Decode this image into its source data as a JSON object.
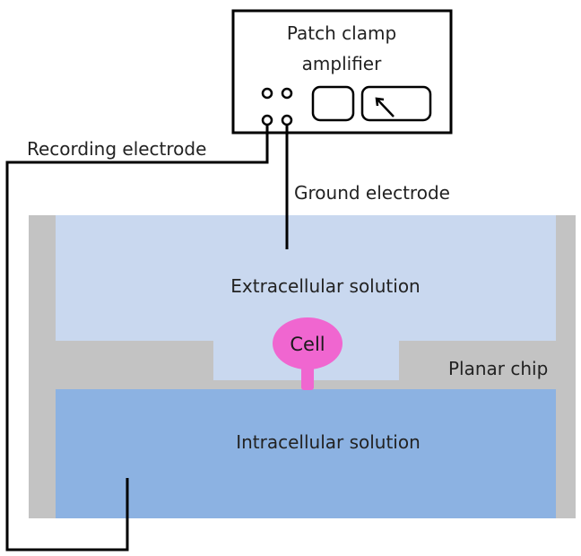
{
  "amplifier": {
    "title_line1": "Patch clamp",
    "title_line2": "amplifier"
  },
  "labels": {
    "recording_electrode": "Recording electrode",
    "ground_electrode": "Ground electrode",
    "extracellular": "Extracellular solution",
    "intracellular": "Intracellular solution",
    "cell": "Cell",
    "planar_chip": "Planar chip"
  },
  "colors": {
    "chip": "#c3c3c3",
    "extracellular": "#c9d8ef",
    "intracellular": "#8cb2e2",
    "cell": "#f066d0",
    "wire": "#000000"
  }
}
